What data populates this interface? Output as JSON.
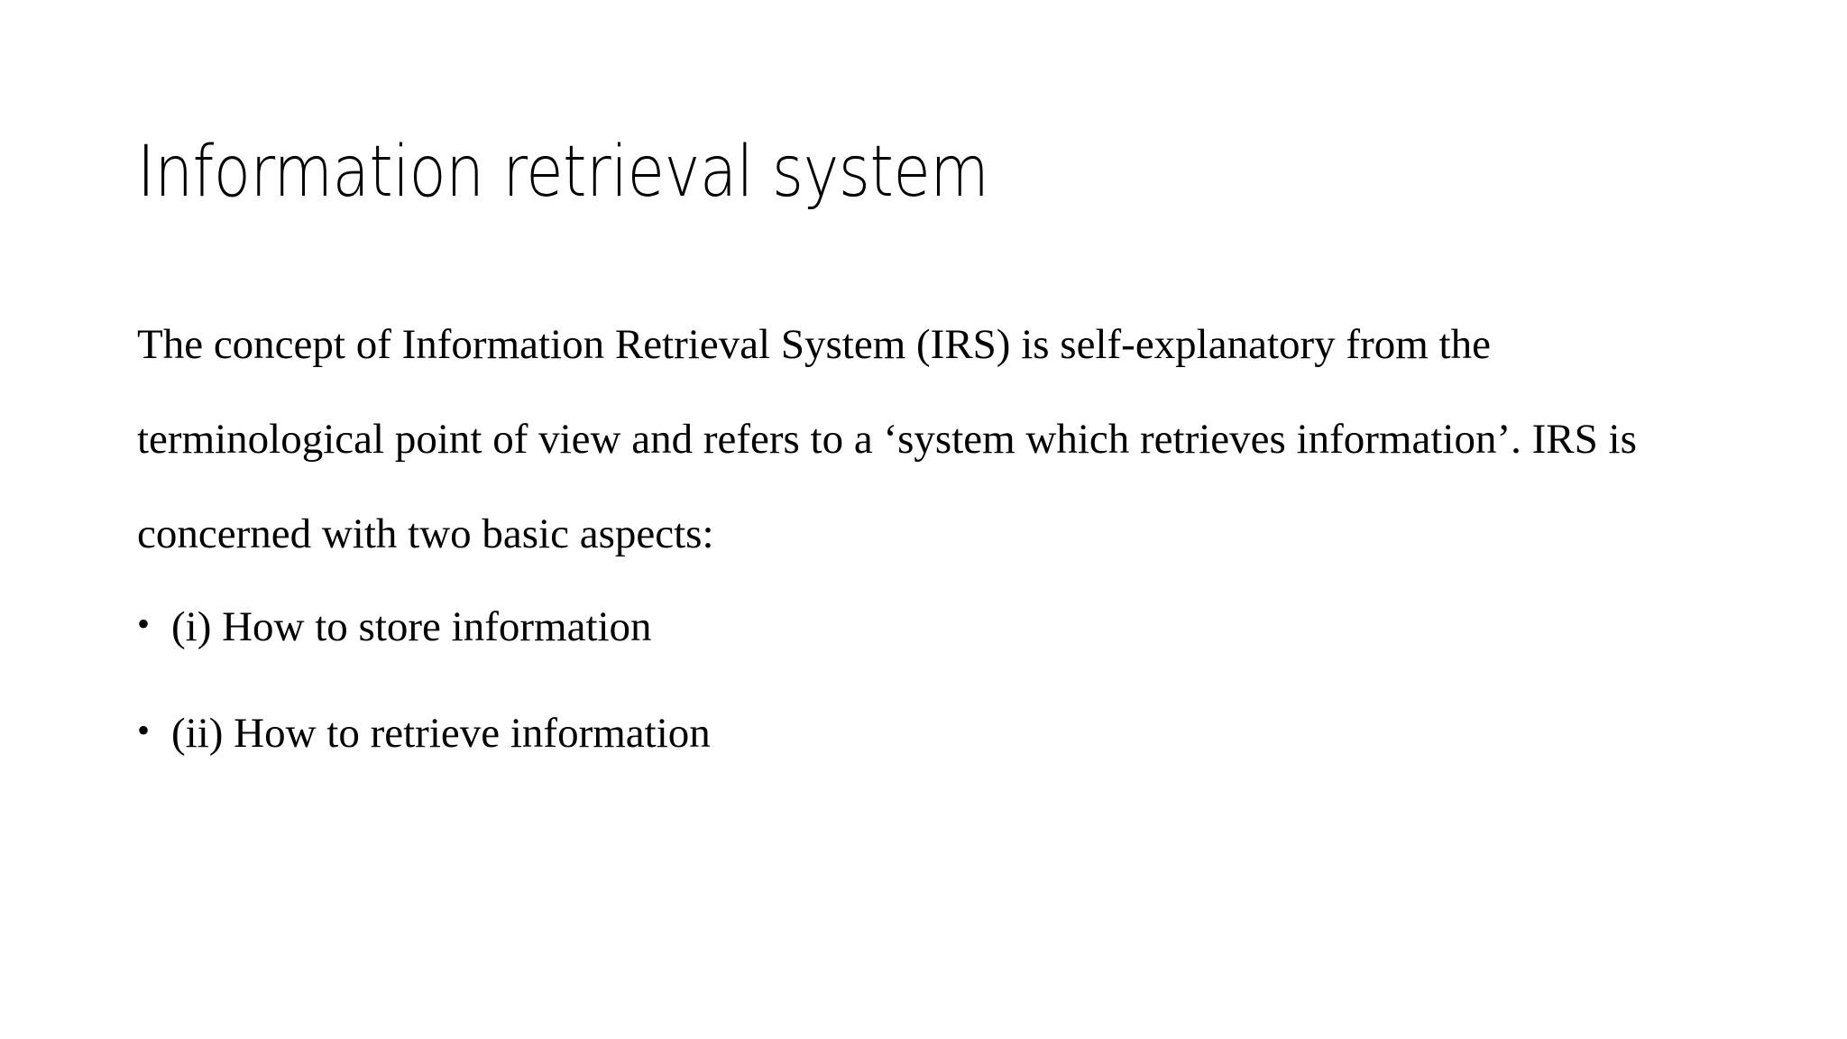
{
  "slide": {
    "title": "Information retrieval system",
    "paragraph": "The concept of Information Retrieval System (IRS) is self-explanatory from the terminological point of view and refers to a ‘system which retrieves information’. IRS is concerned with two basic aspects:",
    "bullets": [
      {
        "marker": "•",
        "text": "(i) How to store information"
      },
      {
        "marker": "•",
        "text": "(ii) How to retrieve information"
      }
    ],
    "colors": {
      "background": "#ffffff",
      "title_text": "#000000",
      "body_text": "#000000"
    }
  }
}
